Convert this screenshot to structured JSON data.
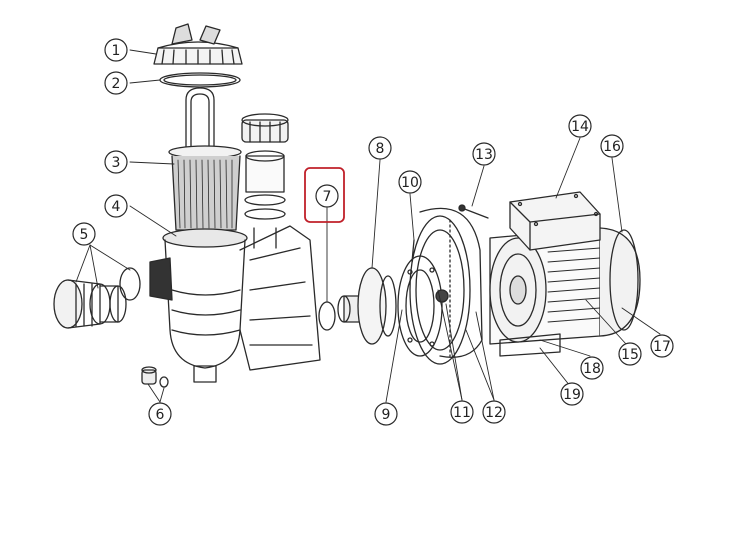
{
  "diagram": {
    "line_color": "#2a2a2a",
    "highlight_color": "#c0202a",
    "highlighted_part": "7",
    "callouts": [
      {
        "label": "1"
      },
      {
        "label": "2"
      },
      {
        "label": "3"
      },
      {
        "label": "4"
      },
      {
        "label": "5"
      },
      {
        "label": "6"
      },
      {
        "label": "7"
      },
      {
        "label": "8"
      },
      {
        "label": "9"
      },
      {
        "label": "10"
      },
      {
        "label": "11"
      },
      {
        "label": "12"
      },
      {
        "label": "13"
      },
      {
        "label": "14"
      },
      {
        "label": "15"
      },
      {
        "label": "16"
      },
      {
        "label": "17"
      },
      {
        "label": "18"
      },
      {
        "label": "19"
      }
    ]
  }
}
